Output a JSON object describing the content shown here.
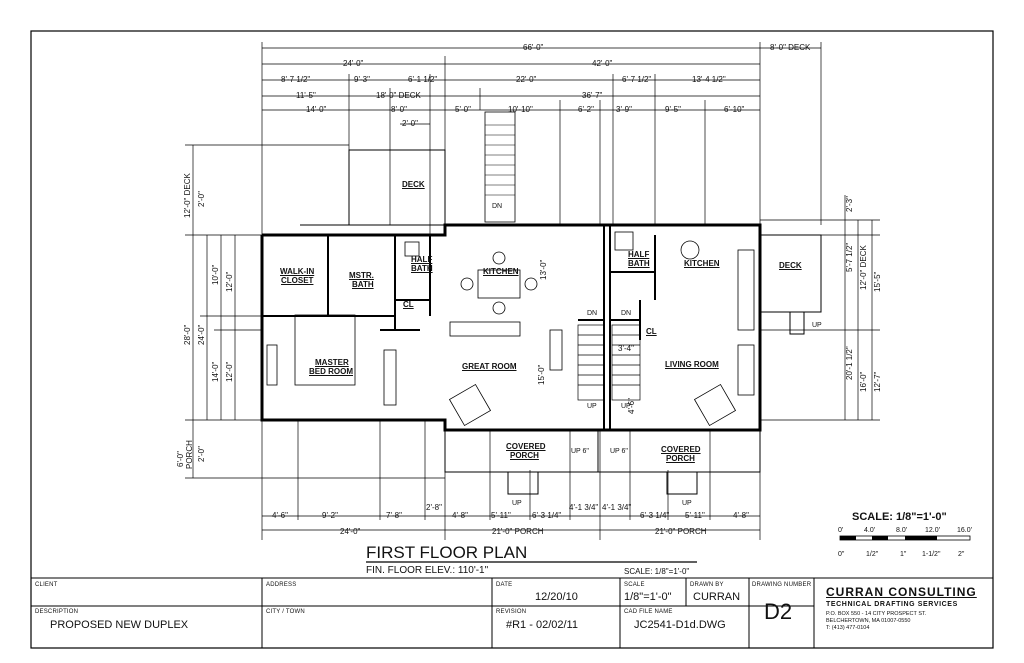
{
  "plan": {
    "title": "FIRST FLOOR PLAN",
    "elevation": "FIN. FLOOR ELEV.: 110'-1\"",
    "scale_note": "SCALE: 1/8\"=1'-0\"",
    "graphic_scale": {
      "title": "SCALE: 1/8\"=1'-0\"",
      "top_ticks": [
        "0'",
        "4.0'",
        "8.0'",
        "12.0'",
        "16.0'"
      ],
      "bottom_ticks": [
        "0\"",
        "1/2\"",
        "1\"",
        "1-1/2\"",
        "2\""
      ]
    }
  },
  "rooms": {
    "walk_in": "WALK-IN",
    "closet": "CLOSET",
    "mstr": "MSTR.",
    "mstr_bath": "BATH",
    "half1": "HALF",
    "bath1": "BATH",
    "half2": "HALF",
    "bath2": "BATH",
    "kitchen1": "KITCHEN",
    "kitchen2": "KITCHEN",
    "master": "MASTER",
    "bed_room": "BED ROOM",
    "great_room": "GREAT ROOM",
    "living_room": "LIVING ROOM",
    "deck_top": "DECK",
    "deck_right": "DECK",
    "covered1": "COVERED",
    "porch1": "PORCH",
    "covered2": "COVERED",
    "porch2": "PORCH",
    "cl1": "CL",
    "cl2": "CL",
    "dn_stair": "DN",
    "dn1": "DN",
    "dn2": "DN",
    "up1": "UP",
    "up2": "UP",
    "up_right": "UP",
    "up_porch1": "UP",
    "up_porch2": "UP",
    "up6_1": "UP 6\"",
    "up6_2": "UP 6\""
  },
  "dims_top": {
    "r1": [
      "66'-0\"",
      "8'-0\" DECK"
    ],
    "r2": [
      "24'-0\"",
      "42'-0\""
    ],
    "r3": [
      "8'-7 1/2\"",
      "9'-3\"",
      "6'-1 1/2\"",
      "22'-0\"",
      "6'-7 1/2\"",
      "13'-4 1/2\""
    ],
    "r4": [
      "11'-5\"",
      "18'-0\" DECK",
      "36'-7\""
    ],
    "r5": [
      "14'-0\"",
      "8'-0\"",
      "5'-0\"",
      "10'-10\"",
      "6'-2\"",
      "3'-9\"",
      "9'-5\"",
      "6'-10\""
    ],
    "r6": [
      "2'-0\""
    ]
  },
  "dims_bottom": {
    "r1": [
      "4'-6\"",
      "9'-2\"",
      "7'-8\"",
      "2'-8\"",
      "4'-8\"",
      "5'-11\"",
      "6'-3 1/4\"",
      "4'-1 3/4\"",
      "4'-1 3/4\"",
      "6'-3 1/4\"",
      "5'-11\"",
      "4'-8\""
    ],
    "r2": [
      "24'-0\"",
      "21'-0\" PORCH",
      "21'-0\" PORCH"
    ]
  },
  "dims_left": {
    "deck": "12'-0\" DECK",
    "d2a": "2'-0\"",
    "d28": "28'-0\"",
    "d24": "24'-0\"",
    "d10": "10'-0\"",
    "d12a": "12'-0\"",
    "d14": "14'-0\"",
    "d12b": "12'-0\"",
    "porch6": "6'-0\"",
    "porch": "PORCH",
    "d2b": "2'-0\""
  },
  "dims_right": {
    "d23": "2'-3\"",
    "d57": "5'-7 1/2\"",
    "d12deck": "12'-0\" DECK",
    "d155": "15'-5\"",
    "d2011": "20'-1 1/2\"",
    "d16": "16'-0\"",
    "d127": "12'-7\""
  },
  "dims_inner": {
    "k13": "13'-0\"",
    "g15": "15'-0\"",
    "s34": "3'-4\"",
    "l46": "4'-6\""
  },
  "title_block": {
    "client_label": "CLIENT",
    "address_label": "ADDRESS",
    "date_label": "DATE",
    "date": "12/20/10",
    "scale_label": "SCALE",
    "scale": "1/8\"=1'-0\"",
    "drawn_label": "DRAWN BY",
    "drawn": "CURRAN",
    "drawing_number_label": "DRAWING NUMBER",
    "drawing_number": "D2",
    "description_label": "DESCRIPTION",
    "description": "PROPOSED NEW DUPLEX",
    "city_label": "CITY / TOWN",
    "revision_label": "REVISION",
    "revision": "#R1 - 02/02/11",
    "cad_label": "CAD FILE NAME",
    "cad": "JC2541-D1d.DWG",
    "company": "CURRAN CONSULTING",
    "company_sub": "TECHNICAL DRAFTING SERVICES",
    "addr1": "P.O. BOX 550 - 14 CITY PROSPECT ST.",
    "addr2": "BELCHERTOWN, MA 01007-0550",
    "phone": "T: (413) 477-0104"
  }
}
